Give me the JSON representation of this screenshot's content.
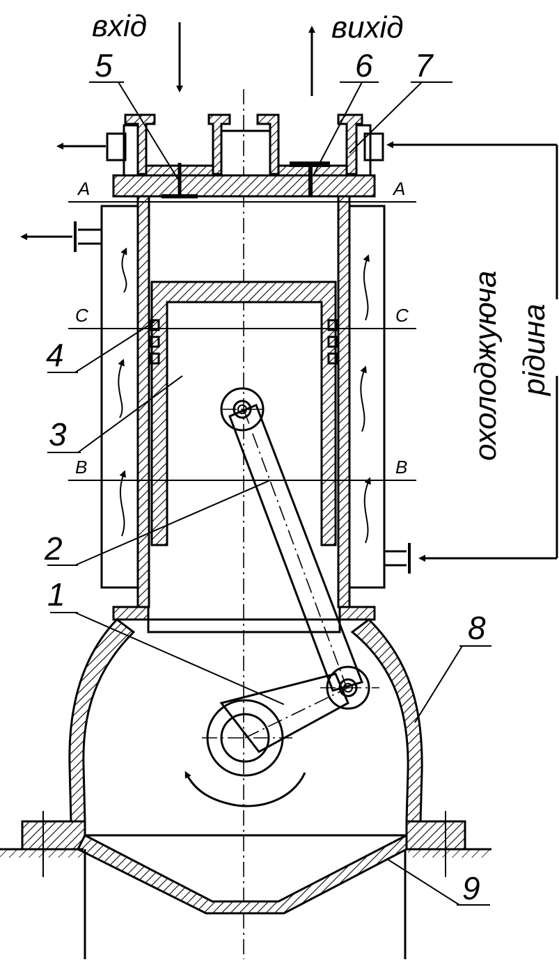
{
  "labels": {
    "inlet": "вхід",
    "outlet": "вихід",
    "coolant_line1": "охолоджуюча",
    "coolant_line2": "рідина"
  },
  "part_numbers": {
    "n1": "1",
    "n2": "2",
    "n3": "3",
    "n4": "4",
    "n5": "5",
    "n6": "6",
    "n7": "7",
    "n8": "8",
    "n9": "9"
  },
  "sections": {
    "a_left": "A",
    "a_right": "A",
    "c_left": "C",
    "c_right": "C",
    "b_left": "B",
    "b_right": "B"
  }
}
